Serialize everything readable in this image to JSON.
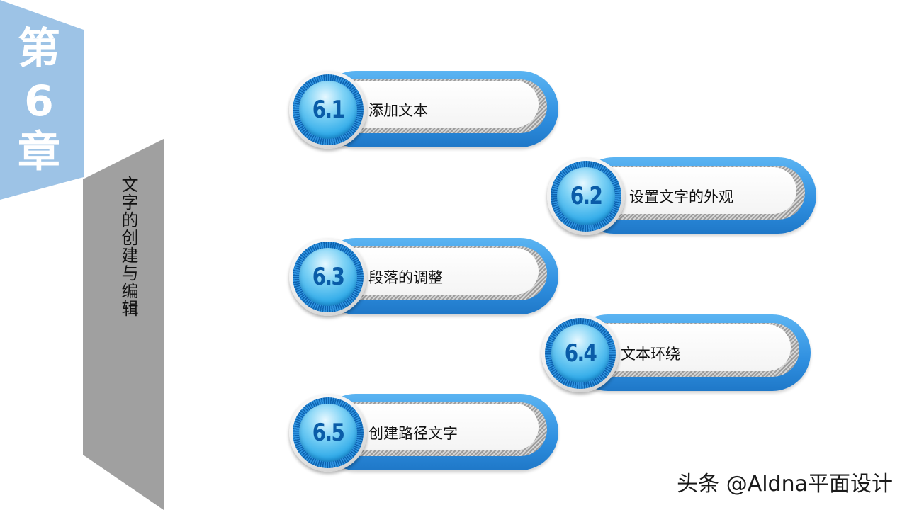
{
  "chapter": {
    "chars": [
      "第",
      "6",
      "章"
    ]
  },
  "section_title": "文字的创建与编辑",
  "items": [
    {
      "number": "6.1",
      "label": "添加文本"
    },
    {
      "number": "6.2",
      "label": "设置文字的外观"
    },
    {
      "number": "6.3",
      "label": "段落的调整"
    },
    {
      "number": "6.4",
      "label": "文本环绕"
    },
    {
      "number": "6.5",
      "label": "创建路径文字"
    }
  ],
  "watermark": "头条 @Aldna平面设计",
  "colors": {
    "banner": "#9dc3e6",
    "panel": "#a0a0a0",
    "accent_blue": "#2f8fe0",
    "number_text": "#0a5ca8"
  }
}
